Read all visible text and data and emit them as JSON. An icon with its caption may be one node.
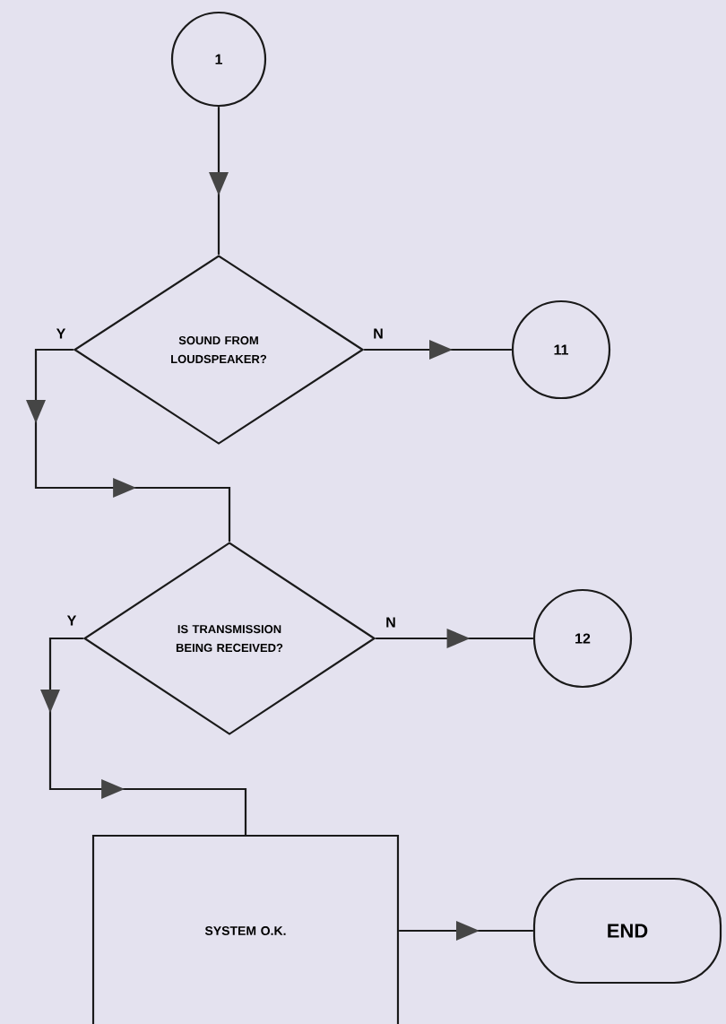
{
  "diagram": {
    "nodes": [
      {
        "text": [
          "1"
        ]
      },
      {
        "text": [
          "SOUND FROM LOUDSPEAKER?"
        ]
      },
      {
        "text": [
          "11"
        ]
      },
      {
        "text": [
          "IS TRANSMISSION BEING RECEIVED?"
        ]
      },
      {
        "text": [
          "12"
        ]
      },
      {
        "text": [
          "SYSTEM O.K."
        ]
      },
      {
        "text": [
          "END"
        ]
      }
    ],
    "edges": [
      {
        "from": 0,
        "to": 1,
        "arrow": "to"
      },
      {
        "from": 1,
        "to": 2,
        "arrow": "to",
        "label": "N"
      },
      {
        "from": 1,
        "to": 3,
        "arrow": "to",
        "label": "Y"
      },
      {
        "from": 3,
        "to": 4,
        "arrow": "to",
        "label": "N"
      },
      {
        "from": 3,
        "to": 5,
        "arrow": "to",
        "label": "Y"
      },
      {
        "from": 5,
        "to": 6,
        "arrow": "to"
      }
    ]
  }
}
